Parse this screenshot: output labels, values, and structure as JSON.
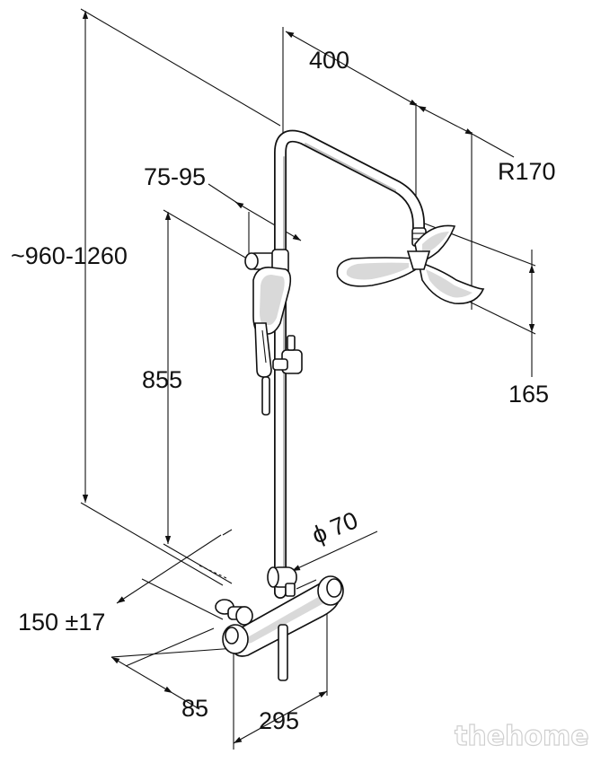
{
  "dimensions": {
    "height_range": "~960-1260",
    "arm_length": "400",
    "head_radius": "R170",
    "holder_span": "75-95",
    "head_height": "165",
    "rail_height": "855",
    "diameter": "70",
    "diameter_symbol": "ϕ",
    "inlet_spacing": "150 ±17",
    "wall_offset": "85",
    "mixer_width": "295"
  },
  "watermark": "thehome"
}
